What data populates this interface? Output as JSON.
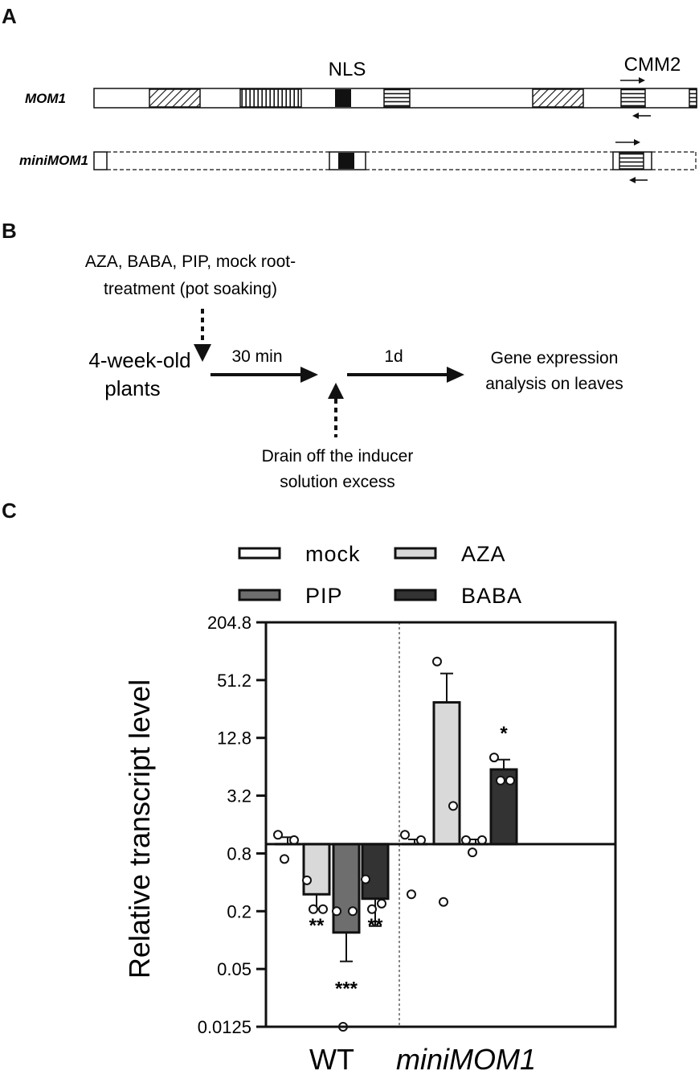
{
  "panels": {
    "a": {
      "letter": "A",
      "mom1_label": "MOM1",
      "minimom1_label": "miniMOM1",
      "nls_label": "NLS",
      "cmm2_label": "CMM2"
    },
    "b": {
      "letter": "B",
      "treatment_line1": "AZA, BABA, PIP, mock root-",
      "treatment_line2": "treatment (pot soaking)",
      "plants_line1": "4-week-old",
      "plants_line2": "plants",
      "step1": "30 min",
      "step2": "1d",
      "result_line1": "Gene expression",
      "result_line2": "analysis on leaves",
      "drain_line1": "Drain off the inducer",
      "drain_line2": "solution excess"
    },
    "c": {
      "letter": "C"
    }
  },
  "chart_data": {
    "type": "bar",
    "ylabel": "Relative transcript level",
    "yscale": "log2",
    "ylim": [
      0.0125,
      204.8
    ],
    "yticks": [
      0.0125,
      0.05,
      0.2,
      0.8,
      3.2,
      12.8,
      51.2,
      204.8
    ],
    "ytick_labels": [
      "0.0125",
      "0.05",
      "0.2",
      "0.8",
      "3.2",
      "12.8",
      "51.2",
      "204.8"
    ],
    "baseline": 1,
    "groups": [
      "WT",
      "miniMOM1"
    ],
    "series": [
      {
        "name": "mock",
        "color": "#ffffff",
        "values": [
          1.0,
          1.0
        ],
        "errors": [
          0.18,
          0.12
        ],
        "points": [
          [
            1.25,
            1.1,
            0.7
          ],
          [
            1.25,
            1.1,
            0.3
          ]
        ],
        "significance": [
          "",
          ""
        ]
      },
      {
        "name": "AZA",
        "color": "#d9d9d9",
        "values": [
          0.3,
          30
        ],
        "errors": [
          0.09,
          30
        ],
        "points": [
          [
            0.42,
            0.21,
            0.21
          ],
          [
            80,
            2.5,
            0.25
          ]
        ],
        "significance": [
          "**",
          ""
        ]
      },
      {
        "name": "PIP",
        "color": "#6e6e6e",
        "values": [
          0.12,
          1.0
        ],
        "errors": [
          0.06,
          0.12
        ],
        "points": [
          [
            0.2,
            0.2,
            0.0125
          ],
          [
            1.1,
            1.1,
            0.82
          ]
        ],
        "significance": [
          "***",
          ""
        ]
      },
      {
        "name": "BABA",
        "color": "#333333",
        "values": [
          0.27,
          6.0
        ],
        "errors": [
          0.13,
          1.6
        ],
        "points": [
          [
            0.43,
            0.24,
            0.21
          ],
          [
            8.0,
            4.6,
            4.6
          ]
        ],
        "significance": [
          "**",
          "*"
        ]
      }
    ]
  }
}
